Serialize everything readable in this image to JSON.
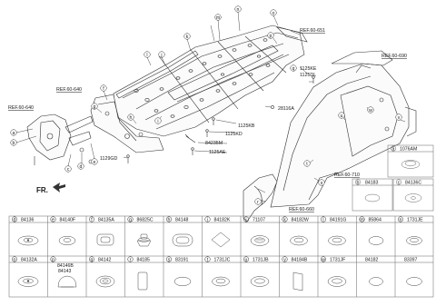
{
  "diagram": {
    "refs": [
      "REF.60-651",
      "REF.60-690",
      "REF.60-640",
      "REF.60-640",
      "REF.60-710",
      "REF.60-660"
    ],
    "direction": "FR.",
    "part_numbers": [
      "28116A",
      "1125KB",
      "1125KD",
      "84235M",
      "1125AE",
      "1129GD",
      "1125KE",
      "1125DL"
    ],
    "callouts": [
      "a",
      "b",
      "c",
      "d",
      "e",
      "f",
      "g",
      "h",
      "i",
      "j",
      "k",
      "l",
      "m",
      "n",
      "o",
      "p",
      "q",
      "r",
      "s",
      "t",
      "u",
      "v",
      "w"
    ]
  },
  "legend": {
    "right_header": {
      "letter": "a",
      "code": "1076AM"
    },
    "right_b": {
      "letter": "b",
      "code": "84183"
    },
    "right_c": {
      "letter": "c",
      "code": "84136C"
    },
    "row1": [
      {
        "letter": "d",
        "code": "84136"
      },
      {
        "letter": "e",
        "code": "84140F"
      },
      {
        "letter": "f",
        "code": "84135A"
      },
      {
        "letter": "g",
        "code": "86825C"
      },
      {
        "letter": "h",
        "code": "84148"
      },
      {
        "letter": "i",
        "code": "84182K"
      },
      {
        "letter": "j",
        "code": "71107"
      },
      {
        "letter": "k",
        "code": "84182W"
      },
      {
        "letter": "l",
        "code": "84191G"
      },
      {
        "letter": "m",
        "code": "85864"
      },
      {
        "letter": "n",
        "code": "1731JE"
      }
    ],
    "row2": [
      {
        "letter": "o",
        "code": "84132A"
      },
      {
        "letter": "p",
        "code": "84146B",
        "code2": "84143"
      },
      {
        "letter": "q",
        "code": "84142"
      },
      {
        "letter": "r",
        "code": "84185"
      },
      {
        "letter": "s",
        "code": "83191"
      },
      {
        "letter": "t",
        "code": "1731JC"
      },
      {
        "letter": "u",
        "code": "1731JB"
      },
      {
        "letter": "v",
        "code": "84184B"
      },
      {
        "letter": "w",
        "code": "1731JF"
      },
      {
        "letter": "",
        "code": "84182"
      },
      {
        "letter": "",
        "code": "83397"
      }
    ]
  }
}
